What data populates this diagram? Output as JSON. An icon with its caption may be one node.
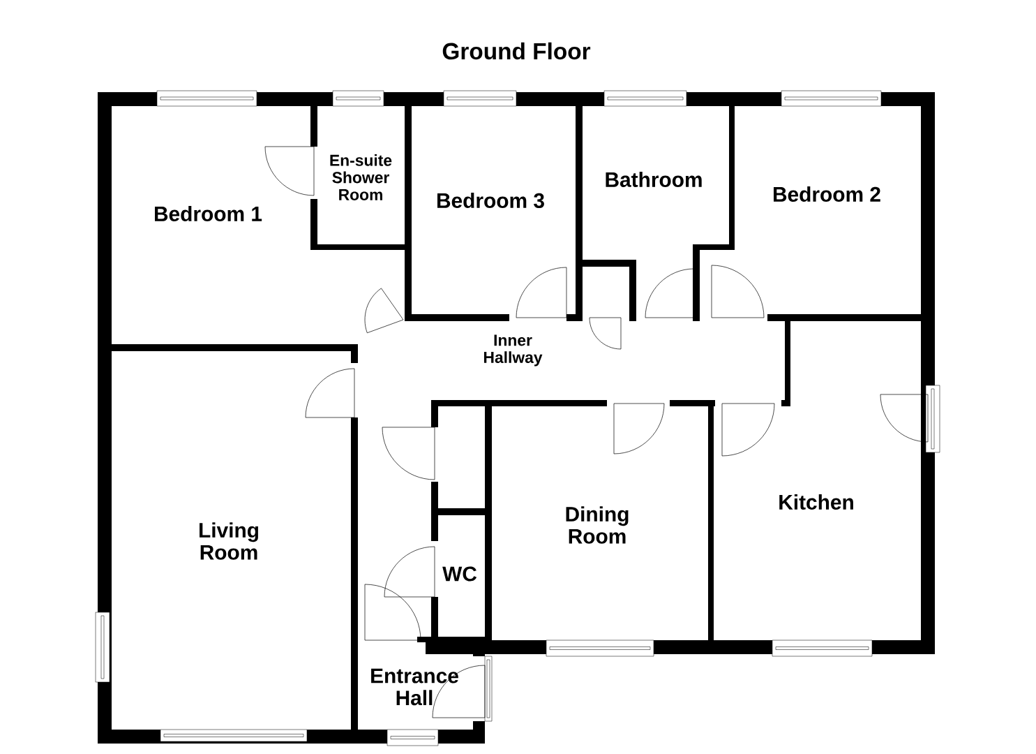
{
  "diagram": {
    "title": "Ground Floor",
    "nodes": [
      {
        "text": [
          "Bedroom 1"
        ]
      },
      {
        "text": [
          "En-suite Shower Room"
        ]
      },
      {
        "text": [
          "Bedroom 3"
        ]
      },
      {
        "text": [
          "Bathroom"
        ]
      },
      {
        "text": [
          "Bedroom 2"
        ]
      },
      {
        "text": [
          "Inner Hallway"
        ]
      },
      {
        "text": [
          "Living Room"
        ]
      },
      {
        "text": [
          "Dining Room"
        ]
      },
      {
        "text": [
          "Kitchen"
        ]
      },
      {
        "text": [
          "WC"
        ]
      },
      {
        "text": [
          "Entrance Hall"
        ]
      }
    ]
  }
}
